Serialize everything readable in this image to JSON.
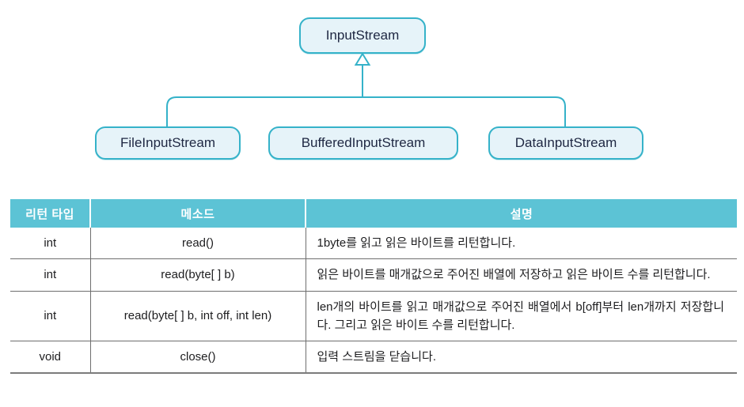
{
  "diagram": {
    "root": "InputStream",
    "children": [
      "FileInputStream",
      "BufferedInputStream",
      "DataInputStream"
    ],
    "relation": "inheritance"
  },
  "table": {
    "headers": [
      "리턴 타입",
      "메소드",
      "설명"
    ],
    "rows": [
      {
        "return_type": "int",
        "method": "read()",
        "description": "1byte를 읽고 읽은 바이트를 리턴합니다."
      },
      {
        "return_type": "int",
        "method": "read(byte[ ] b)",
        "description": "읽은 바이트를 매개값으로 주어진 배열에 저장하고 읽은 바이트 수를 리턴합니다."
      },
      {
        "return_type": "int",
        "method": "read(byte[ ] b, int off, int len)",
        "description": "len개의 바이트를 읽고 매개값으로 주어진 배열에서 b[off]부터 len개까지 저장합니다. 그리고 읽은 바이트 수를 리턴합니다."
      },
      {
        "return_type": "void",
        "method": "close()",
        "description": "입력 스트림을 닫습니다."
      }
    ]
  },
  "colors": {
    "accent_teal": "#5cc3d5",
    "diagram_stroke": "#35b2c9",
    "box_fill": "#e6f3f9",
    "table_line": "#6e6e6e",
    "text": "#1d1d1f",
    "header_text": "#ffffff"
  }
}
